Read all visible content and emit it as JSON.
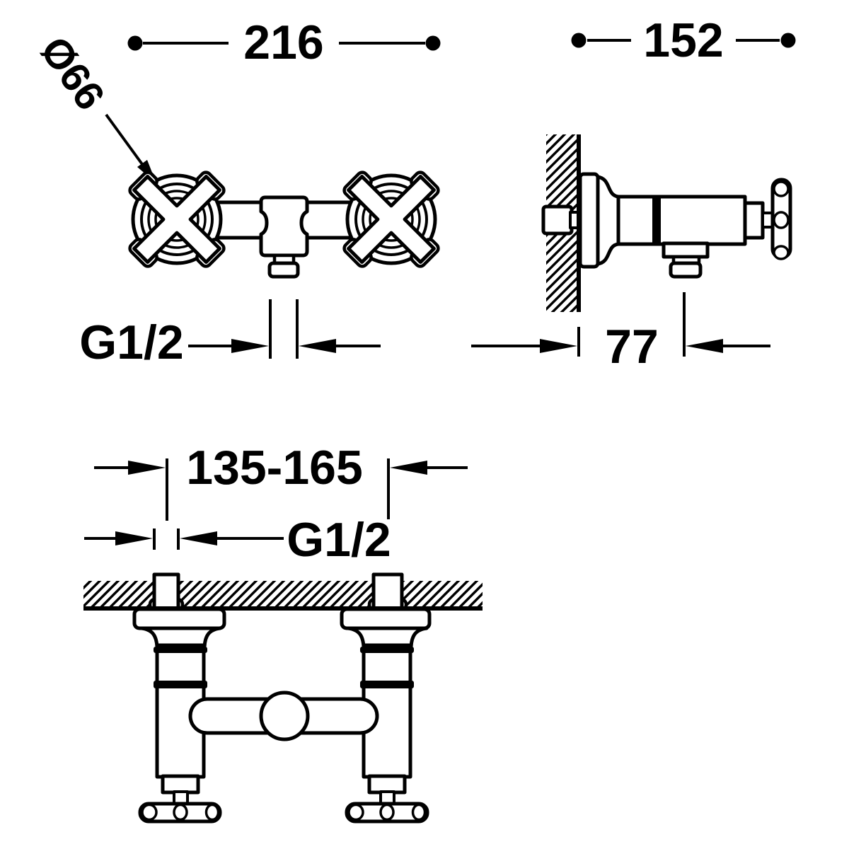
{
  "drawing": {
    "type": "technical dimension drawing",
    "subject": "wall-mounted two-handle shower mixer tap",
    "background_color": "#ffffff",
    "line_color": "#000000",
    "views": {
      "front": {
        "labels": {
          "overall_width": "216",
          "handle_diameter": "Ø66",
          "outlet_thread": "G1/2"
        }
      },
      "side": {
        "labels": {
          "overall_depth": "152",
          "wall_to_outlet": "77"
        }
      },
      "bottom": {
        "labels": {
          "inlet_spacing": "135-165",
          "inlet_thread": "G1/2"
        }
      }
    }
  }
}
